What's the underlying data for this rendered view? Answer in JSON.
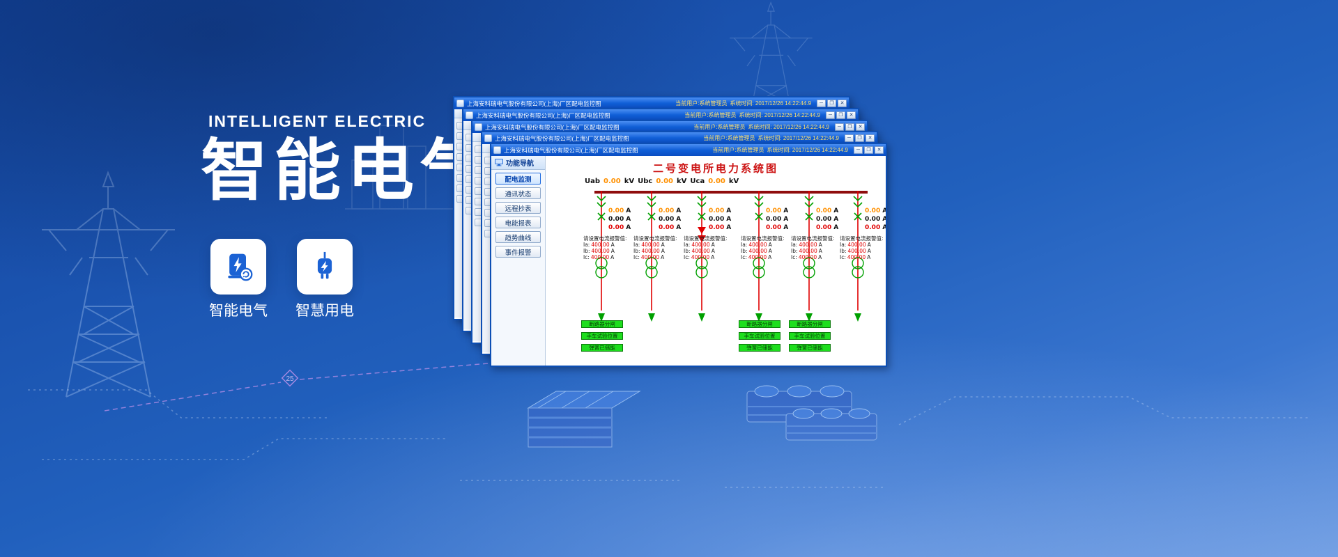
{
  "hero": {
    "eyebrow": "INTELLIGENT ELECTRIC",
    "title": "智能电气",
    "features": [
      {
        "icon": "charging-station-icon",
        "label": "智能电气"
      },
      {
        "icon": "smart-plug-icon",
        "label": "智慧用电"
      }
    ]
  },
  "scada": {
    "titlebar": {
      "title": "上海安科瑞电气股份有限公司(上海)厂区配电监控图",
      "user_label": "当前用户:系统管理员",
      "time_label": "系统时间: 2017/12/26  14:22:44.9",
      "minimize": "─",
      "maximize": "❐",
      "close": "✕"
    },
    "sidebar": {
      "header": "功能导航",
      "items": [
        {
          "label": "配电监测",
          "active": true
        },
        {
          "label": "通讯状态",
          "active": false
        },
        {
          "label": "远程抄表",
          "active": false
        },
        {
          "label": "电能报表",
          "active": false
        },
        {
          "label": "趋势曲线",
          "active": false
        },
        {
          "label": "事件报警",
          "active": false
        }
      ]
    },
    "diagram": {
      "title": "二号变电所电力系统图",
      "voltages": [
        {
          "label": "Uab",
          "value": "0.00",
          "unit": "kV"
        },
        {
          "label": "Ubc",
          "value": "0.00",
          "unit": "kV"
        },
        {
          "label": "Uca",
          "value": "0.00",
          "unit": "kV"
        }
      ],
      "current_unit": "A",
      "feeders": [
        {
          "currents": [
            "0.00",
            "0.00",
            "0.00"
          ],
          "alarm": true,
          "tie": false
        },
        {
          "currents": [
            "0.00",
            "0.00",
            "0.00"
          ],
          "alarm": true,
          "tie": false
        },
        {
          "currents": [
            "0.00",
            "0.00",
            "0.00"
          ],
          "alarm": true,
          "tie": true
        },
        {
          "currents": [
            "0.00",
            "0.00",
            "0.00"
          ],
          "alarm": true,
          "tie": false
        },
        {
          "currents": [
            "0.00",
            "0.00",
            "0.00"
          ],
          "alarm": true,
          "tie": false
        },
        {
          "currents": [
            "0.00",
            "0.00",
            "0.00"
          ],
          "alarm": true,
          "tie": false
        }
      ],
      "alarm_title": "请设置电流报警值:",
      "alarm_rows": [
        {
          "label": "Ia:",
          "value": "400.00",
          "unit": "A"
        },
        {
          "label": "Ib:",
          "value": "400.00",
          "unit": "A"
        },
        {
          "label": "Ic:",
          "value": "400.00",
          "unit": "A"
        }
      ],
      "status_labels": [
        "断路器分闸",
        "手车试验位置",
        "弹簧已储能"
      ]
    }
  },
  "decor": {
    "distance_label": "25"
  }
}
